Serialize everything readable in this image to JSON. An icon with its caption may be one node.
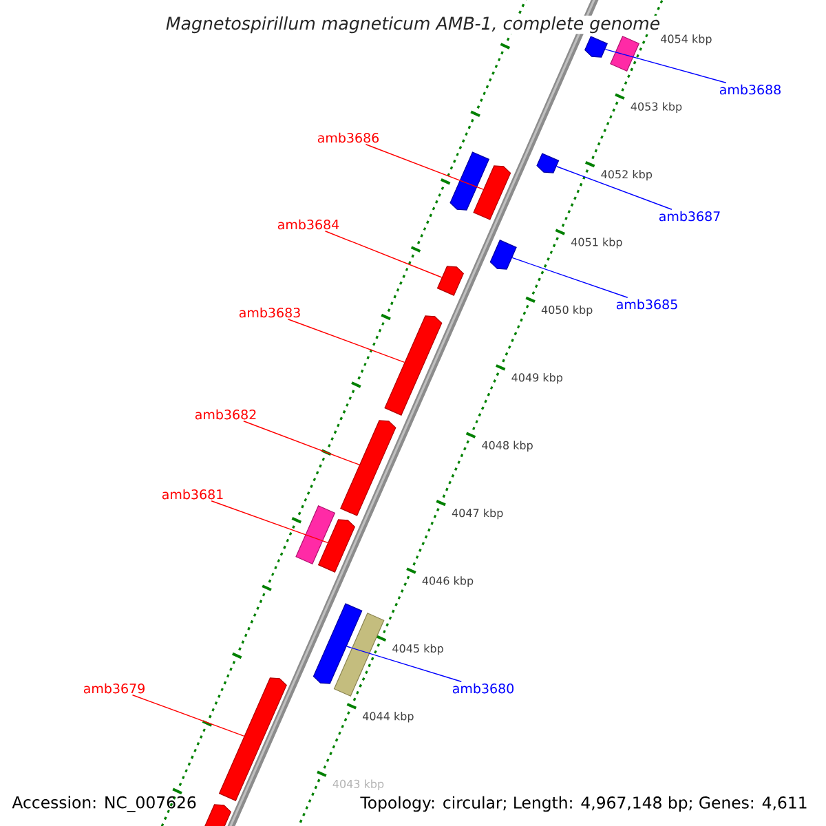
{
  "diagram": {
    "title": "Magnetospirillum magneticum AMB-1, complete genome",
    "nodes": [
      {
        "text": [
          "amb3688"
        ]
      },
      {
        "text": [
          "amb3686"
        ]
      },
      {
        "text": [
          "amb3687"
        ]
      },
      {
        "text": [
          "amb3684"
        ]
      },
      {
        "text": [
          "amb3685"
        ]
      },
      {
        "text": [
          "amb3683"
        ]
      },
      {
        "text": [
          "amb3682"
        ]
      },
      {
        "text": [
          "amb3681"
        ]
      },
      {
        "text": [
          "amb3680"
        ]
      },
      {
        "text": [
          "amb3679"
        ]
      },
      {
        "text": [],
        "shape": "bar"
      },
      {
        "text": [],
        "shape": "bar"
      },
      {
        "text": [],
        "shape": "bar"
      },
      {
        "text": [],
        "shape": "bar"
      },
      {
        "text": [],
        "shape": "bar"
      },
      {
        "text": [],
        "shape": "bar"
      },
      {
        "text": [],
        "shape": "bar"
      },
      {
        "text": [],
        "shape": "bar"
      },
      {
        "text": [],
        "shape": "bar"
      },
      {
        "text": [],
        "shape": "bar"
      },
      {
        "text": [],
        "shape": "bar"
      },
      {
        "text": [],
        "shape": "bar"
      },
      {
        "text": [],
        "shape": "bar"
      },
      {
        "text": [],
        "shape": "bar"
      },
      {
        "text": [],
        "shape": "bar"
      }
    ],
    "edges": [
      {
        "from": 0,
        "to": 10,
        "arrow": "none",
        "color": "#0000ff"
      },
      {
        "from": 1,
        "to": 14,
        "arrow": "none"
      },
      {
        "from": 2,
        "to": 13,
        "arrow": "none",
        "color": "#0000ff"
      },
      {
        "from": 3,
        "to": 16,
        "arrow": "none"
      },
      {
        "from": 4,
        "to": 15,
        "arrow": "none",
        "color": "#0000ff"
      },
      {
        "from": 5,
        "to": 17,
        "arrow": "none"
      },
      {
        "from": 6,
        "to": 18,
        "arrow": "none"
      },
      {
        "from": 7,
        "to": 20,
        "arrow": "none"
      },
      {
        "from": 8,
        "to": 21,
        "arrow": "none",
        "color": "#0000ff"
      },
      {
        "from": 9,
        "to": 23,
        "arrow": "none"
      }
    ],
    "labels": [
      "4054 kbp",
      "4053 kbp",
      "4052 kbp",
      "4051 kbp",
      "4050 kbp",
      "4049 kbp",
      "4048 kbp",
      "4047 kbp",
      "4046 kbp",
      "4045 kbp",
      "4044 kbp",
      "4043 kbp",
      "Accession: NC_007626",
      "Topology: circular; Length: 4,967,148 bp; Genes: 4,611"
    ]
  }
}
